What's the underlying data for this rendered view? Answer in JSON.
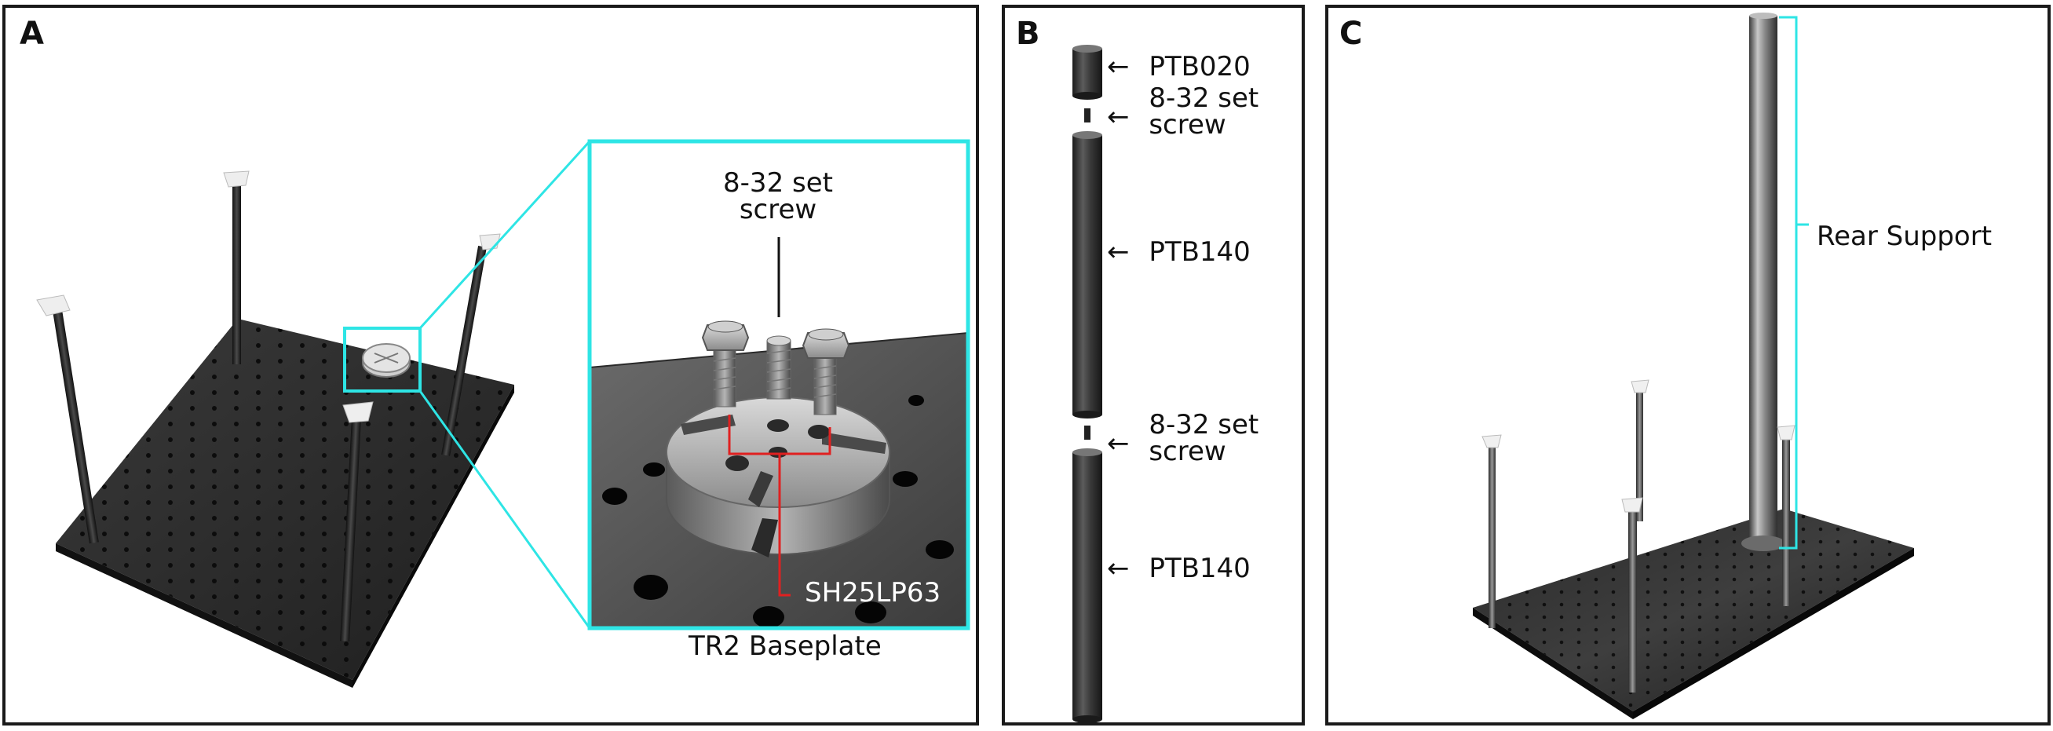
{
  "panels": {
    "a": {
      "label": "A",
      "callout_text_line1": "8-32 set",
      "callout_text_line2": "screw",
      "part_label": "SH25LP63",
      "caption": "TR2 Baseplate"
    },
    "b": {
      "label": "B",
      "parts": [
        {
          "line1": "PTB020",
          "line2": ""
        },
        {
          "line1": "8-32 set",
          "line2": "screw"
        },
        {
          "line1": "PTB140",
          "line2": ""
        },
        {
          "line1": "8-32 set",
          "line2": "screw"
        },
        {
          "line1": "PTB140",
          "line2": ""
        }
      ],
      "arrow_glyph": "←"
    },
    "c": {
      "label": "C",
      "bracket_label": "Rear Support"
    }
  },
  "colors": {
    "highlight": "#2ee5e5",
    "leader_red": "#e02020",
    "frame": "#1a1a1a",
    "plate": "#2b2b2b"
  }
}
